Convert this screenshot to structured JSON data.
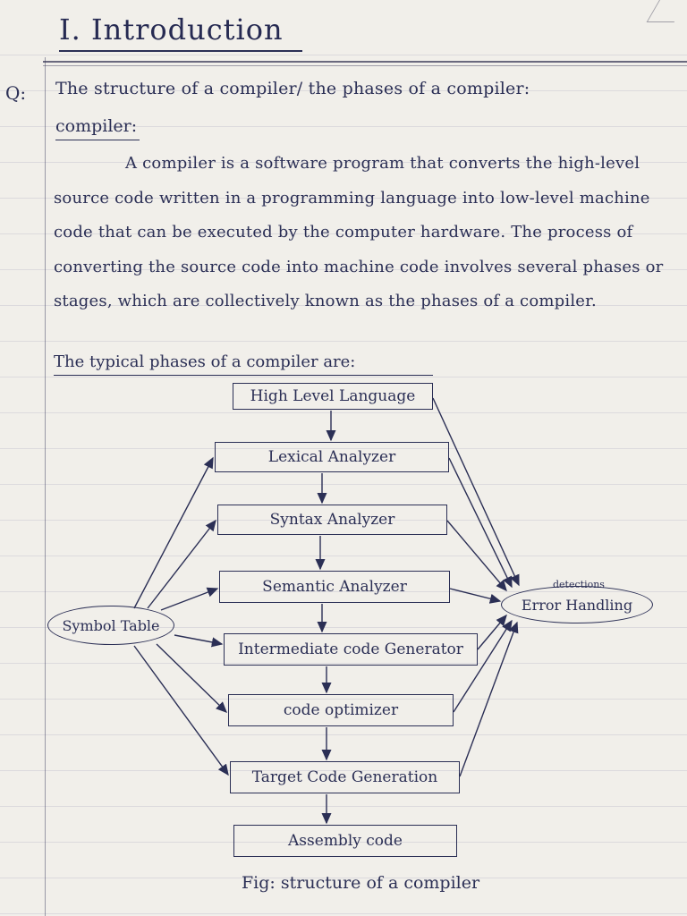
{
  "heading": {
    "title": "I. Introduction"
  },
  "question": {
    "label": "Q:",
    "text": "The structure of a compiler/ the phases of a compiler:"
  },
  "section": {
    "subheading": "compiler:",
    "paragraph": "A compiler is a software program that converts the high-level source code written in a programming language into low-level machine code that can be executed by the computer hardware. The process of converting the source code into machine code involves several phases or stages, which are collectively known as the phases of a compiler.",
    "phases_intro": "The typical phases of a compiler are:"
  },
  "diagram": {
    "boxes": [
      "High Level Language",
      "Lexical Analyzer",
      "Syntax Analyzer",
      "Semantic Analyzer",
      "Intermediate code Generator",
      "code optimizer",
      "Target Code Generation",
      "Assembly code"
    ],
    "symbol_table": "Symbol Table",
    "error_handling": "Error Handling",
    "error_note": "detections",
    "caption": "Fig: structure of a compiler"
  }
}
